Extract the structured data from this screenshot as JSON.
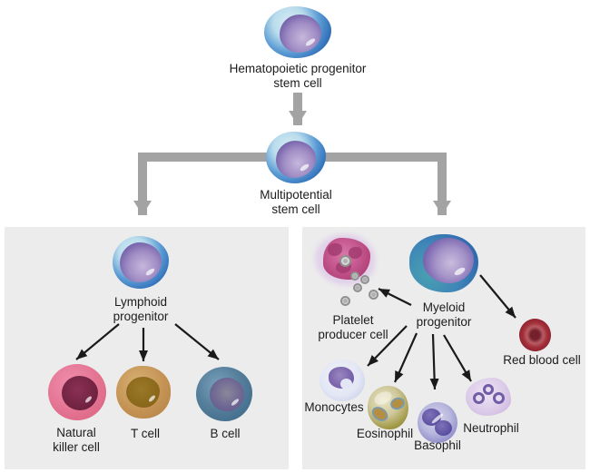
{
  "figure": {
    "description": "Hematopoietic stem cell differentiation diagram"
  },
  "nodes": {
    "hematopoietic": {
      "line1": "Hematopoietic progenitor",
      "line2": "stem cell"
    },
    "multipotential": {
      "line1": "Multipotential",
      "line2": "stem cell"
    },
    "lymphoid": {
      "line1": "Lymphoid",
      "line2": "progenitor"
    },
    "myeloid": {
      "line1": "Myeloid",
      "line2": "progenitor"
    },
    "platelet": {
      "line1": "Platelet",
      "line2": "producer cell"
    },
    "natural_killer": {
      "line1": "Natural",
      "line2": "killer cell"
    },
    "t_cell": {
      "label": "T cell"
    },
    "b_cell": {
      "label": "B cell"
    },
    "red_blood": {
      "label": "Red blood cell"
    },
    "monocytes": {
      "label": "Monocytes"
    },
    "eosinophil": {
      "label": "Eosinophil"
    },
    "basophil": {
      "label": "Basophil"
    },
    "neutrophil": {
      "label": "Neutrophil"
    }
  },
  "edges": [
    {
      "from": "Hematopoietic progenitor stem cell",
      "to": "Multipotential stem cell",
      "style": "thick-gray"
    },
    {
      "from": "Multipotential stem cell",
      "to": "Lymphoid progenitor",
      "style": "thick-gray"
    },
    {
      "from": "Multipotential stem cell",
      "to": "Myeloid progenitor",
      "style": "thick-gray"
    },
    {
      "from": "Lymphoid progenitor",
      "to": "Natural killer cell",
      "style": "thin-black"
    },
    {
      "from": "Lymphoid progenitor",
      "to": "T cell",
      "style": "thin-black"
    },
    {
      "from": "Lymphoid progenitor",
      "to": "B cell",
      "style": "thin-black"
    },
    {
      "from": "Myeloid progenitor",
      "to": "Platelet producer cell",
      "style": "thin-black"
    },
    {
      "from": "Myeloid progenitor",
      "to": "Red blood cell",
      "style": "thin-black"
    },
    {
      "from": "Myeloid progenitor",
      "to": "Monocytes",
      "style": "thin-black"
    },
    {
      "from": "Myeloid progenitor",
      "to": "Eosinophil",
      "style": "thin-black"
    },
    {
      "from": "Myeloid progenitor",
      "to": "Basophil",
      "style": "thin-black"
    },
    {
      "from": "Myeloid progenitor",
      "to": "Neutrophil",
      "style": "thin-black"
    }
  ],
  "colors": {
    "background": "#ffffff",
    "panel_bg": "#ececec",
    "flow_arrow_gray": "#a3a3a3",
    "arrow_black": "#1a1a1a",
    "stem_cell_outer_blue": "#2e6db6",
    "stem_cell_cytoplasm": "#b9dcec",
    "stem_cell_nucleus_purple": "#7b68ae",
    "myeloid_teal": "#49a0b0",
    "nk_outer_pink": "#e2718f",
    "nk_nucleus_maroon": "#722442",
    "t_cell_tan": "#c49354",
    "t_cell_nucleus": "#8a681c",
    "b_cell_slate_blue": "#567f9c",
    "b_cell_nucleus": "#6f6894",
    "red_blood_cell": "#a5303c",
    "monocyte_body": "#e3e6f4",
    "monocyte_nucleus": "#7a63ab",
    "eosinophil_body": "#cfc89b",
    "eosinophil_lobe": "#b58e41",
    "basophil_body": "#b9b8dd",
    "basophil_lobe": "#5a4da0",
    "neutrophil_body": "#dccbe9",
    "neutrophil_nucleus": "#6f5da5",
    "megakaryocyte_pink": "#c2548c",
    "platelet_gray": "#909090"
  }
}
